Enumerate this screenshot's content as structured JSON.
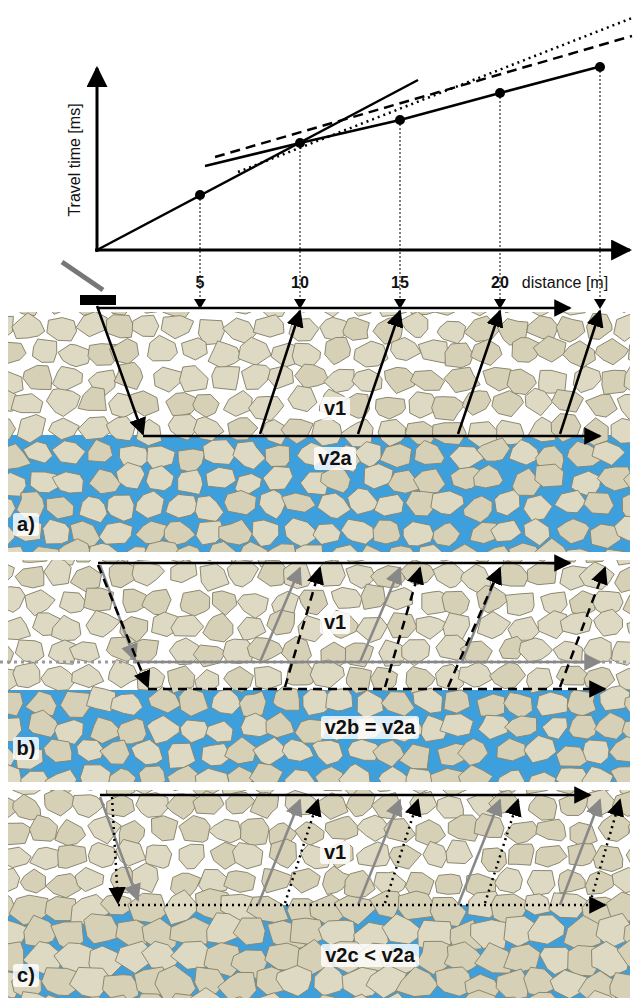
{
  "diagram": {
    "labels": [
      "Travel time [ms]",
      "5",
      "10",
      "15",
      "20",
      "distance [m]",
      "v1",
      "v2a",
      "a)",
      "v1",
      "v2b = v2a",
      "b)",
      "v1",
      "v2c < v2a",
      "c)"
    ]
  }
}
